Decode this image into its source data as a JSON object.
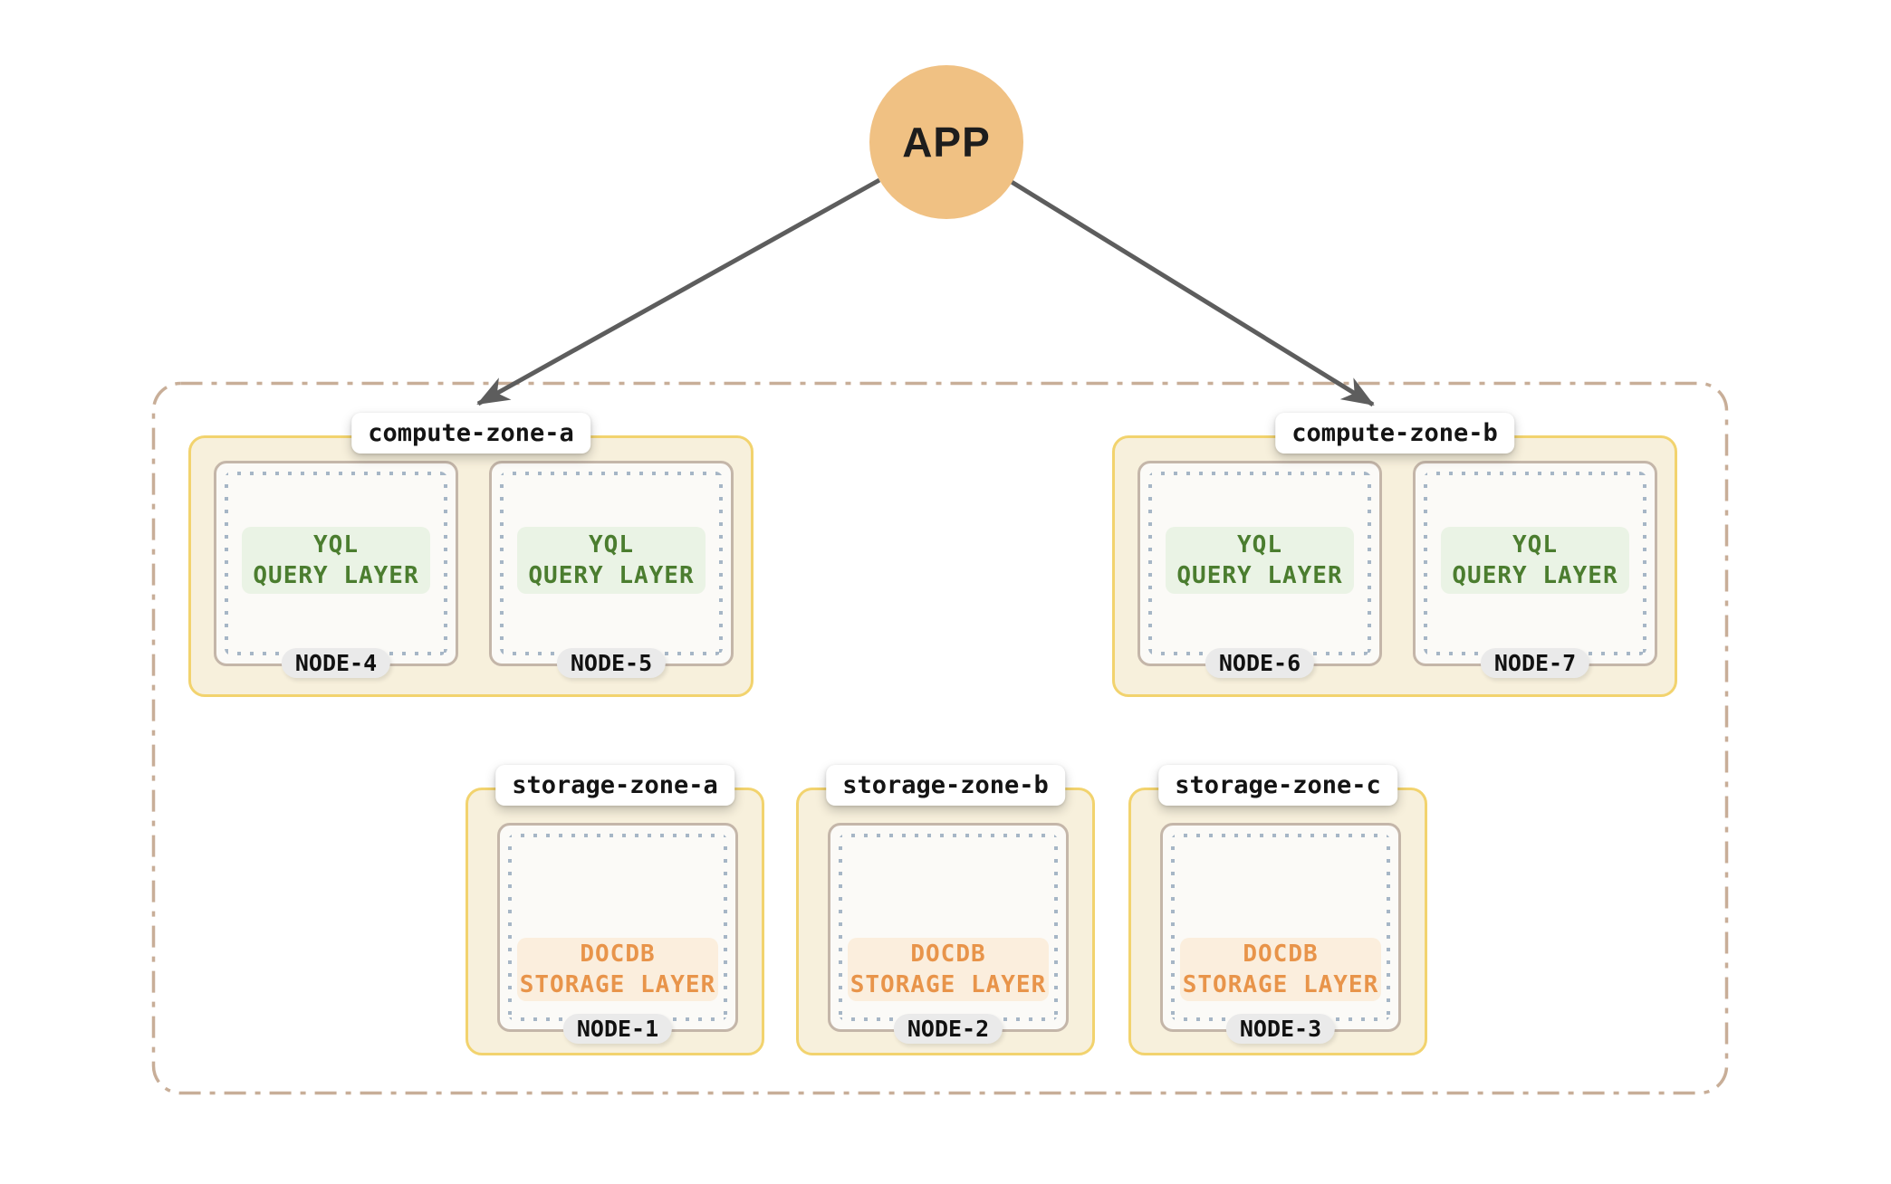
{
  "app": {
    "label": "APP"
  },
  "arrows": [
    {
      "name": "app-to-compute-zone-a"
    },
    {
      "name": "app-to-compute-zone-b"
    }
  ],
  "colors": {
    "app_circle_fill": "#f0c183",
    "arrow_stroke": "#5d5d5d",
    "cluster_boundary": "#c8ae98",
    "zone_fill": "#f7f0dc",
    "zone_border": "#f2d36e",
    "node_fill": "#fbfaf7",
    "node_border": "#c4b6a9",
    "node_dotted_border": "#a6b6c6",
    "query_layer_text": "#4b7d2f",
    "query_layer_fill": "#eaf3e5",
    "storage_layer_text": "#e8944a",
    "storage_layer_fill": "#fbeedd",
    "node_pill_fill": "#eaeaea",
    "zone_tab_fill": "#ffffff"
  },
  "compute_zones": [
    {
      "label": "compute-zone-a",
      "nodes": [
        {
          "name": "NODE-4",
          "layer_line1": "YQL",
          "layer_line2": "QUERY LAYER"
        },
        {
          "name": "NODE-5",
          "layer_line1": "YQL",
          "layer_line2": "QUERY LAYER"
        }
      ]
    },
    {
      "label": "compute-zone-b",
      "nodes": [
        {
          "name": "NODE-6",
          "layer_line1": "YQL",
          "layer_line2": "QUERY LAYER"
        },
        {
          "name": "NODE-7",
          "layer_line1": "YQL",
          "layer_line2": "QUERY LAYER"
        }
      ]
    }
  ],
  "storage_zones": [
    {
      "label": "storage-zone-a",
      "nodes": [
        {
          "name": "NODE-1",
          "layer_line1": "DOCDB",
          "layer_line2": "STORAGE LAYER"
        }
      ]
    },
    {
      "label": "storage-zone-b",
      "nodes": [
        {
          "name": "NODE-2",
          "layer_line1": "DOCDB",
          "layer_line2": "STORAGE LAYER"
        }
      ]
    },
    {
      "label": "storage-zone-c",
      "nodes": [
        {
          "name": "NODE-3",
          "layer_line1": "DOCDB",
          "layer_line2": "STORAGE LAYER"
        }
      ]
    }
  ]
}
